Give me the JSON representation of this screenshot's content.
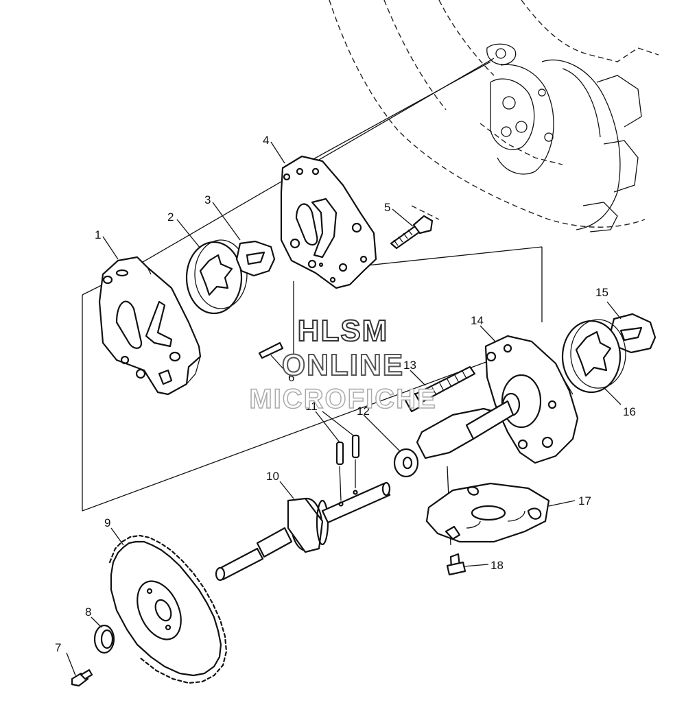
{
  "watermark": {
    "line1": "HLSM",
    "line2": "ONLINE",
    "line3": "MICROFICHE"
  },
  "callouts": [
    {
      "id": "1",
      "text": "1"
    },
    {
      "id": "2",
      "text": "2"
    },
    {
      "id": "3",
      "text": "3"
    },
    {
      "id": "4",
      "text": "4"
    },
    {
      "id": "5",
      "text": "5"
    },
    {
      "id": "6",
      "text": "6"
    },
    {
      "id": "7",
      "text": "7"
    },
    {
      "id": "8",
      "text": "8"
    },
    {
      "id": "9",
      "text": "9"
    },
    {
      "id": "10",
      "text": "10"
    },
    {
      "id": "11",
      "text": "11"
    },
    {
      "id": "12",
      "text": "12"
    },
    {
      "id": "13",
      "text": "13"
    },
    {
      "id": "14",
      "text": "14"
    },
    {
      "id": "15",
      "text": "15"
    },
    {
      "id": "16",
      "text": "16"
    },
    {
      "id": "17",
      "text": "17"
    },
    {
      "id": "18",
      "text": "18"
    }
  ]
}
